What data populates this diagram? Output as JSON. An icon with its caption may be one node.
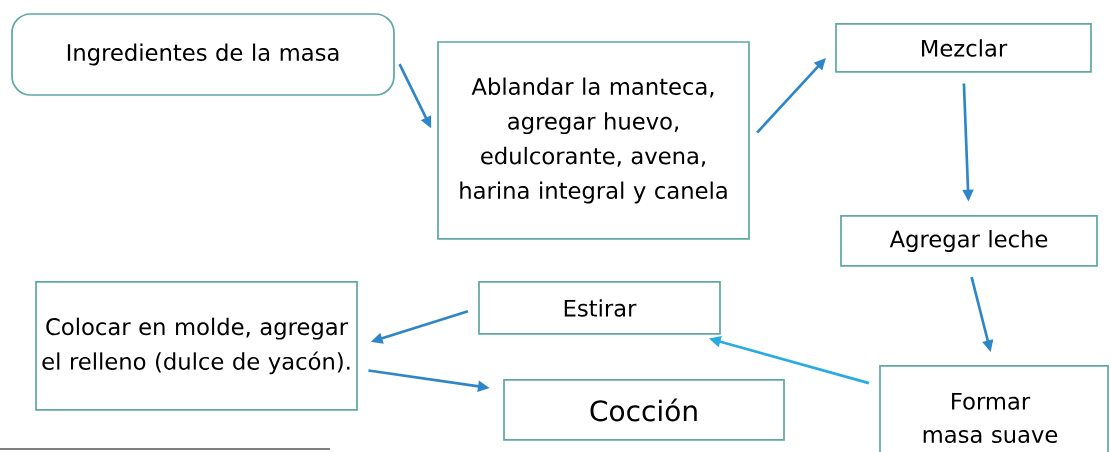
{
  "diagram": {
    "nodes": [
      {
        "text": [
          "Ingredientes de la masa"
        ]
      },
      {
        "text": [
          "Ablandar la manteca, agregar huevo, edulcorante, avena, harina integral y canela"
        ]
      },
      {
        "text": [
          "Mezclar"
        ]
      },
      {
        "text": [
          "Agregar leche"
        ]
      },
      {
        "text": [
          "Formar masa suave"
        ]
      },
      {
        "text": [
          "Estirar"
        ]
      },
      {
        "text": [
          "Colocar en molde, agregar el relleno (dulce de yacón)."
        ]
      },
      {
        "text": [
          "Cocción"
        ]
      }
    ],
    "edges": [
      {
        "from": 0,
        "to": 1,
        "arrow": "to"
      },
      {
        "from": 1,
        "to": 2,
        "arrow": "to"
      },
      {
        "from": 2,
        "to": 3,
        "arrow": "to"
      },
      {
        "from": 3,
        "to": 4,
        "arrow": "to"
      },
      {
        "from": 4,
        "to": 5,
        "arrow": "to",
        "color": "#29abe2"
      },
      {
        "from": 5,
        "to": 6,
        "arrow": "to"
      },
      {
        "from": 6,
        "to": 7,
        "arrow": "to"
      }
    ]
  }
}
